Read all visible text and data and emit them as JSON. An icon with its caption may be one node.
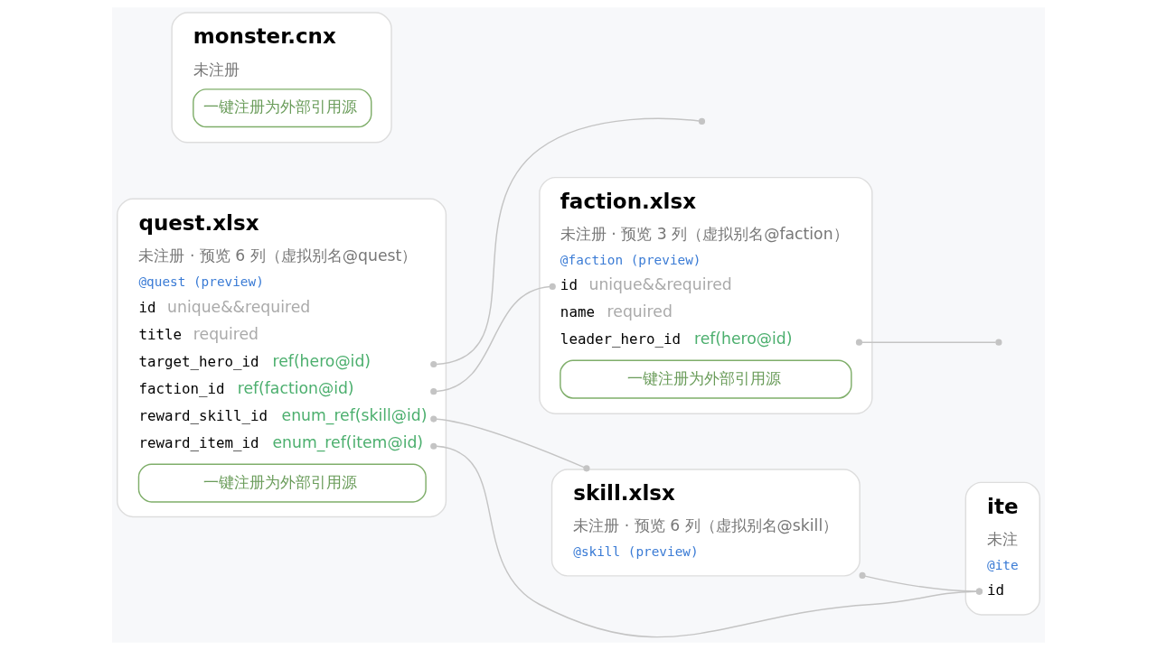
{
  "diagram": {
    "nodes": [
      {
        "text": [
          "quest.xlsx",
          "未注册 · 预览 6 列（虚拟别名@quest）",
          "@quest (preview)",
          "id",
          "unique&&required",
          "title",
          "required",
          "target_hero_id",
          "ref(hero@id)",
          "faction_id",
          "ref(faction@id)",
          "reward_skill_id",
          "enum_ref(skill@id)",
          "reward_item_id",
          "enum_ref(item@id)",
          "一键注册为外部引用源"
        ]
      },
      {
        "text": [
          "faction.xlsx",
          "未注册 · 预览 3 列（虚拟别名@faction）",
          "@faction (preview)",
          "id",
          "unique&&required",
          "name",
          "required",
          "leader_hero_id",
          "ref(hero@id)",
          "一键注册为外部引用源"
        ]
      },
      {
        "text": [
          "monster.cnx",
          "未注册",
          "一键注册为外部引用源"
        ]
      },
      {
        "text": [
          "skill.xlsx",
          "未注册 · 预览 6 列（虚拟别名@skill）",
          "@skill (preview)"
        ]
      },
      {
        "text": [
          "ite",
          "未注",
          "@ite",
          "id"
        ]
      }
    ],
    "edges": [
      {
        "from": 0,
        "to": null,
        "arrow": "other"
      },
      {
        "from": 0,
        "to": 1,
        "arrow": "other"
      },
      {
        "from": 0,
        "to": 3,
        "arrow": "other"
      },
      {
        "from": 0,
        "to": 4,
        "arrow": "other"
      },
      {
        "from": 1,
        "to": null,
        "arrow": "other"
      },
      {
        "from": 3,
        "to": 4,
        "arrow": "other"
      }
    ]
  }
}
